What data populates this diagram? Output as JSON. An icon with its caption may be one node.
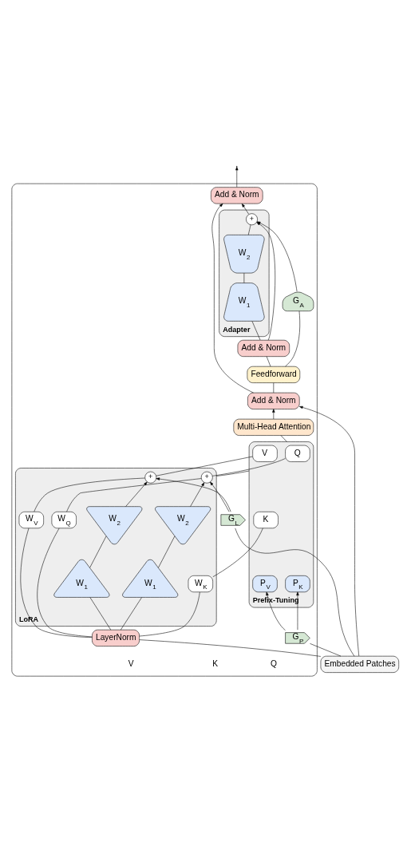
{
  "diagram": {
    "nodes": [
      {
        "text": [],
        "shape": "box"
      },
      {
        "text": [
          "Add & Norm"
        ],
        "in": 0
      },
      {
        "text": [
          "Adapter"
        ],
        "in": 0
      },
      {
        "text": [
          "+"
        ],
        "in": 2
      },
      {
        "text": [
          "W$_{2}$"
        ],
        "in": 2
      },
      {
        "text": [
          "W$_{1}$"
        ],
        "in": 2
      },
      {
        "text": [
          "G$_{A}$"
        ],
        "in": 0
      },
      {
        "text": [
          "Add & Norm"
        ],
        "in": 0
      },
      {
        "text": [
          "Feedforward"
        ],
        "in": 0
      },
      {
        "text": [
          "Add & Norm"
        ],
        "in": 0
      },
      {
        "text": [
          "Multi-Head Attention"
        ],
        "in": 0
      },
      {
        "text": [
          "Prefix-Tuning"
        ],
        "in": 0
      },
      {
        "text": [
          "Q"
        ],
        "in": 11
      },
      {
        "text": [
          "P$_{K}$"
        ],
        "in": 11
      },
      {
        "text": [
          "K"
        ],
        "in": 11
      },
      {
        "text": [
          "P$_{V}$"
        ],
        "in": 11
      },
      {
        "text": [
          "V"
        ],
        "in": 11
      },
      {
        "text": [
          "G$_{P}$"
        ],
        "in": 0
      },
      {
        "text": [
          "LoRA"
        ],
        "in": 0
      },
      {
        "text": [
          "+"
        ],
        "in": 18
      },
      {
        "text": [
          "W$_{2}$"
        ],
        "in": 18
      },
      {
        "text": [
          "W$_{Q}$"
        ],
        "in": 18
      },
      {
        "text": [
          "W$_{1}$"
        ],
        "in": 18
      },
      {
        "text": [
          "W$_{K}$"
        ],
        "in": 18
      },
      {
        "text": [
          "+"
        ],
        "in": 18
      },
      {
        "text": [
          "W$_{2}$"
        ],
        "in": 18
      },
      {
        "text": [
          "W$_{V}$"
        ],
        "in": 18
      },
      {
        "text": [
          "W$_{1}$"
        ],
        "in": 18
      },
      {
        "text": [
          "G$_{L}$"
        ],
        "in": 0
      },
      {
        "text": [
          "LayerNorm"
        ],
        "in": 0
      },
      {
        "text": [
          "Embedded Patches"
        ]
      }
    ],
    "edges": [
      {
        "from": 30,
        "to": 29,
        "arrow": "none"
      },
      {
        "from": 30,
        "to": 9,
        "arrow": "to"
      },
      {
        "from": 29,
        "to": 21,
        "arrow": "none"
      },
      {
        "from": 29,
        "to": 22,
        "arrow": "none"
      },
      {
        "from": 29,
        "to": 23,
        "arrow": "none"
      },
      {
        "from": 29,
        "to": 26,
        "arrow": "none"
      },
      {
        "from": 29,
        "to": 27,
        "arrow": "none"
      },
      {
        "from": 22,
        "to": 20,
        "arrow": "none"
      },
      {
        "from": 20,
        "to": 19,
        "arrow": "to"
      },
      {
        "from": 21,
        "to": 19,
        "arrow": "none"
      },
      {
        "from": 27,
        "to": 25,
        "arrow": "none"
      },
      {
        "from": 25,
        "to": 24,
        "arrow": "to"
      },
      {
        "from": 26,
        "to": 24,
        "arrow": "none"
      },
      {
        "from": 30,
        "to": 28,
        "arrow": "none"
      },
      {
        "from": 28,
        "to": 19,
        "arrow": "to"
      },
      {
        "from": 28,
        "to": 24,
        "arrow": "to"
      },
      {
        "from": 19,
        "to": 12,
        "arrow": "none"
      },
      {
        "from": 23,
        "to": 14,
        "arrow": "none"
      },
      {
        "from": 24,
        "to": 16,
        "arrow": "none"
      },
      {
        "from": 18,
        "to": 11,
        "arrow": "none"
      },
      {
        "from": 30,
        "to": 17,
        "arrow": "none"
      },
      {
        "from": 17,
        "to": 13,
        "arrow": "to"
      },
      {
        "from": 17,
        "to": 15,
        "arrow": "to"
      },
      {
        "from": 11,
        "to": 10,
        "arrow": "none"
      },
      {
        "from": 10,
        "to": 9,
        "arrow": "to"
      },
      {
        "from": 9,
        "to": 8,
        "arrow": "none"
      },
      {
        "from": 9,
        "to": 1,
        "arrow": "to"
      },
      {
        "from": 8,
        "to": 7,
        "arrow": "none"
      },
      {
        "from": 7,
        "to": 3,
        "arrow": "to"
      },
      {
        "from": 7,
        "to": 5,
        "arrow": "none"
      },
      {
        "from": 5,
        "to": 4,
        "arrow": "none"
      },
      {
        "from": 4,
        "to": 3,
        "arrow": "none"
      },
      {
        "from": 8,
        "to": 6,
        "arrow": "none"
      },
      {
        "from": 6,
        "to": 3,
        "arrow": "to"
      },
      {
        "from": 3,
        "to": 1,
        "arrow": "to"
      },
      {
        "from": 1,
        "to": null,
        "arrow": "to"
      }
    ],
    "labels": [
      "Q",
      "K",
      "V"
    ]
  }
}
